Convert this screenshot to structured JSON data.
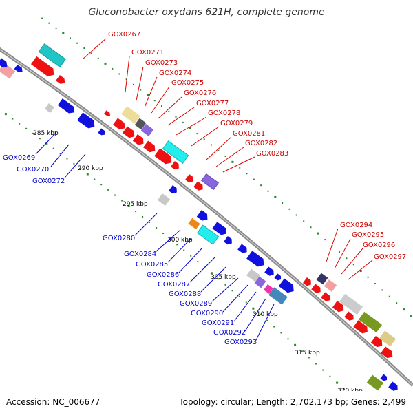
{
  "title": "Gluconobacter oxydans 621H, complete genome",
  "footer": {
    "accession": "Accession: NC_006677",
    "summary": "Topology: circular; Length: 2,702,173 bp; Genes: 2,499"
  },
  "colors": {
    "backbone": "#808080",
    "tick": "#2a8a2a",
    "label_top": "#cc0000",
    "label_bottom": "#0000cc"
  },
  "scale_labels": [
    "285 kbp",
    "290 kbp",
    "295 kbp",
    "300 kbp",
    "305 kbp",
    "310 kbp",
    "315 kbp",
    "320 kbp"
  ],
  "top_labels": [
    "GOX0267",
    "GOX0271",
    "GOX0273",
    "GOX0274",
    "GOX0275",
    "GOX0276",
    "GOX0277",
    "GOX0278",
    "GOX0279",
    "GOX0281",
    "GOX0282",
    "GOX0283",
    "GOX0294",
    "GOX0295",
    "GOX0296",
    "GOX0297"
  ],
  "bottom_labels": [
    "GOX0269",
    "GOX0270",
    "GOX0272",
    "GOX0280",
    "GOX0284",
    "GOX0285",
    "GOX0286",
    "GOX0287",
    "GOX0288",
    "GOX0289",
    "GOX0290",
    "GOX0291",
    "GOX0292",
    "GOX0293"
  ]
}
